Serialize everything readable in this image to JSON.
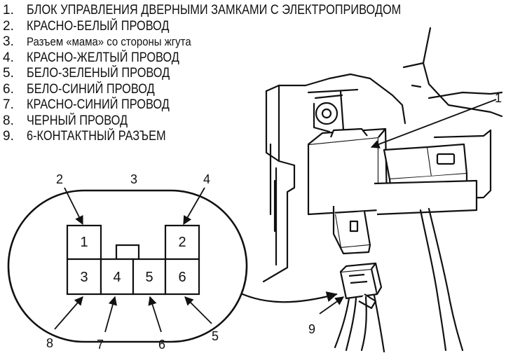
{
  "legend": [
    {
      "num": "1.",
      "text": "БЛОК УПРАВЛЕНИЯ ДВЕРНЫМИ ЗАМКАМИ С ЭЛЕКТРОПРИВОДОМ"
    },
    {
      "num": "2.",
      "text": "КРАСНО-БЕЛЫЙ ПРОВОД"
    },
    {
      "num": "3.",
      "text": "Разъем «мама» со стороны жгута"
    },
    {
      "num": "4.",
      "text": "КРАСНО-ЖЕЛТЫЙ ПРОВОД"
    },
    {
      "num": "5.",
      "text": "БЕЛО-ЗЕЛЕНЫЙ ПРОВОД"
    },
    {
      "num": "6.",
      "text": "БЕЛО-СИНИЙ ПРОВОД"
    },
    {
      "num": "7.",
      "text": "КРАСНО-СИНИЙ ПРОВОД"
    },
    {
      "num": "8.",
      "text": "ЧЕРНЫЙ ПРОВОД"
    },
    {
      "num": "9.",
      "text": "6-КОНТАКТНЫЙ РАЗЪЕМ"
    }
  ],
  "connector": {
    "pins": [
      "1",
      "2",
      "3",
      "4",
      "5",
      "6"
    ]
  },
  "callouts": {
    "c1": "1",
    "c2": "2",
    "c3": "3",
    "c4": "4",
    "c5": "5",
    "c6": "6",
    "c7": "7",
    "c8": "8",
    "c9": "9"
  }
}
